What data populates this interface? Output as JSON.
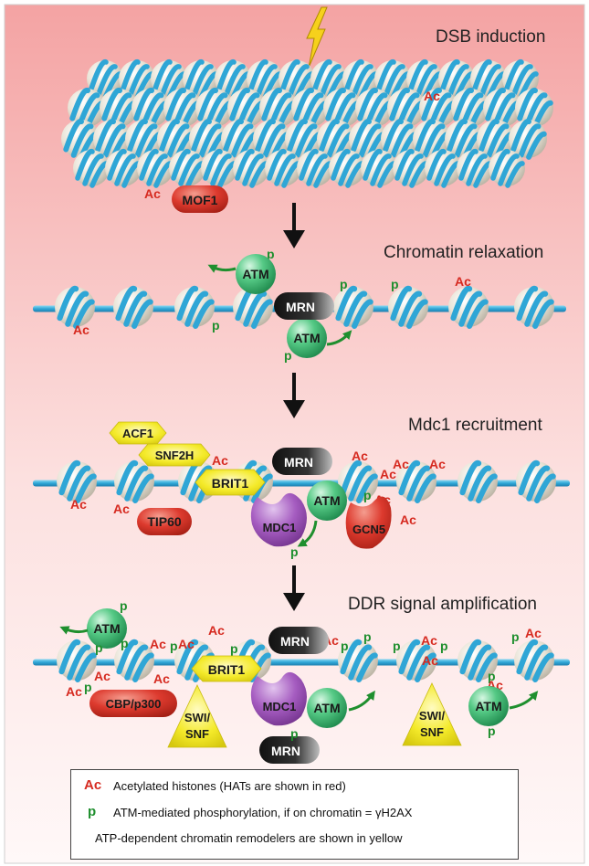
{
  "stages": [
    {
      "id": "s1",
      "title": "DSB induction"
    },
    {
      "id": "s2",
      "title": "Chromatin relaxation"
    },
    {
      "id": "s3",
      "title": "Mdc1 recruitment"
    },
    {
      "id": "s4",
      "title": "DDR signal amplification"
    }
  ],
  "proteins": {
    "mof1": "MOF1",
    "atm": "ATM",
    "mrn": "MRN",
    "acf1": "ACF1",
    "snf2h": "SNF2H",
    "brit1": "BRIT1",
    "tip60": "TIP60",
    "mdc1": "MDC1",
    "gcn5": "GCN5",
    "cbp": "CBP/p300",
    "swi": "SWI/",
    "snf": "SNF"
  },
  "marks": {
    "ac": "Ac",
    "p": "p"
  },
  "legend": {
    "ac_key": "Ac",
    "ac_text_prefix": "Acetylated histones (",
    "ac_text_hats": "HATs",
    "ac_text_suffix": " are shown in red)",
    "p_key": "p",
    "p_text": "ATM-mediated phosphorylation, if on chromatin = γH2AX",
    "remodeler_text": "ATP-dependent chromatin remodelers are shown in yellow"
  },
  "colors": {
    "background_top": "#f4a3a3",
    "background_bottom": "#fff6f6",
    "hat_red": "#d9332b",
    "atm_green": "#4cc27c",
    "phospho_green": "#1f8f2e",
    "acetyl_red": "#d62a20",
    "remodeler_yellow": "#f4ea2a",
    "mdc1_purple": "#a55cc0",
    "dna_blue": "#37b3de",
    "histone_beige": "#e6e0d2",
    "mrn_black": "#222222"
  }
}
